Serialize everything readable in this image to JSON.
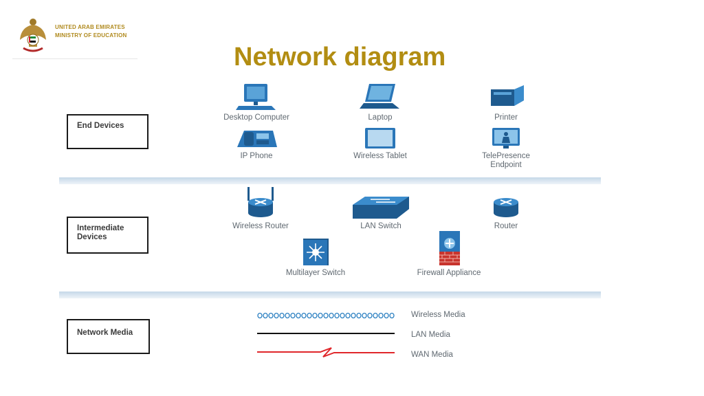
{
  "header": {
    "org_line1": "UNITED ARAB EMIRATES",
    "org_line2": "MINISTRY OF EDUCATION",
    "title": "Network diagram"
  },
  "categories": {
    "end_devices": "End Devices",
    "intermediate_line1": "Intermediate",
    "intermediate_line2": "Devices",
    "network_media": "Network Media"
  },
  "end_devices": [
    {
      "label": "Desktop Computer",
      "icon": "desktop-computer-icon"
    },
    {
      "label": "Laptop",
      "icon": "laptop-icon"
    },
    {
      "label": "Printer",
      "icon": "printer-icon"
    },
    {
      "label": "IP Phone",
      "icon": "ip-phone-icon"
    },
    {
      "label": "Wireless Tablet",
      "icon": "wireless-tablet-icon"
    },
    {
      "label_line1": "TelePresence",
      "label_line2": "Endpoint",
      "icon": "telepresence-icon"
    }
  ],
  "intermediate_devices": [
    {
      "label": "Wireless Router",
      "icon": "wireless-router-icon"
    },
    {
      "label": "LAN Switch",
      "icon": "lan-switch-icon"
    },
    {
      "label": "Router",
      "icon": "router-icon"
    },
    {
      "label": "Multilayer Switch",
      "icon": "multilayer-switch-icon"
    },
    {
      "label": "Firewall Appliance",
      "icon": "firewall-icon"
    }
  ],
  "media": [
    {
      "label": "Wireless Media",
      "style": "coil",
      "color": "#2a7fc1"
    },
    {
      "label": "LAN Media",
      "style": "solid",
      "color": "#111111"
    },
    {
      "label": "WAN Media",
      "style": "zigzag",
      "color": "#e0262a"
    }
  ],
  "colors": {
    "title": "#b28d12",
    "org_text": "#b08a1e",
    "device_blue": "#2a76b8",
    "separator": "#c5d8e8"
  }
}
